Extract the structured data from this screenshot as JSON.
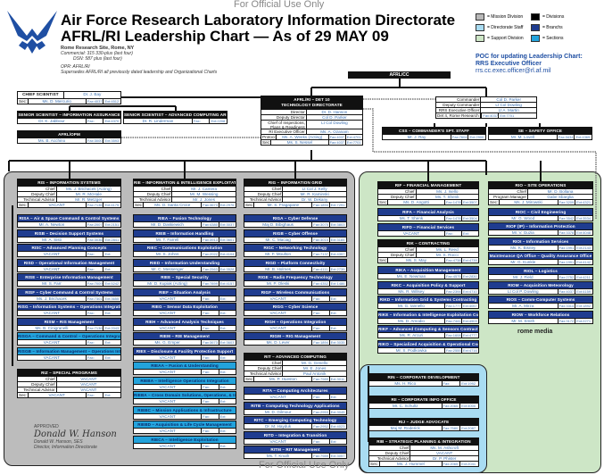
{
  "header": {
    "fouo_top": "For Official Use Only",
    "fouo_bottom": "For Official Use Only",
    "title_line1": "Air Force Research Laboratory Information Directorate",
    "title_line2": "AFRL/RI Leadership Chart — As of 29 MAY 09",
    "site": "Rome Research Site, Rome, NY",
    "commercial": "Commercial: 315 330-plus (last four)",
    "dsn": "DSN: 587 plus (last four)",
    "opr": "OPR: AFRL/RI",
    "supersedes": "Supersedes AFRL/RI all previously dated leadership and Organizational Charts"
  },
  "legend": [
    {
      "label": "= Mission Division",
      "color": "#b8b8b8"
    },
    {
      "label": "= Divisions",
      "color": "#000000"
    },
    {
      "label": "= Directorate Staff",
      "color": "#a9dcf2"
    },
    {
      "label": "= Branchs",
      "color": "#1f3c8f"
    },
    {
      "label": "= Support Division",
      "color": "#cde6c6"
    },
    {
      "label": "= Sections",
      "color": "#23a3dc"
    }
  ],
  "poc": {
    "line1": "POC for updating Leadership Chart:",
    "line2": "RRS Executive Officer",
    "email": "rrs.cc.exec.officer@rl.af.mil"
  },
  "labels": {
    "sec": "Sec:",
    "fax": "Fax:",
    "ext": "Ext:"
  },
  "colors": {
    "mission": "#b8b8b8",
    "support": "#cde6c6",
    "staff": "#a9dcf2",
    "branch": "#1f3c8f",
    "section": "#23a3dc"
  },
  "afrl_cc": "AFRL/CC",
  "chief_scientist": {
    "title": "CHIEF SCIENTIST",
    "name": "Dr. J. Bay",
    "sec": {
      "name": "Ms. D. Mercurio",
      "fax": "4037",
      "ext": "4512"
    }
  },
  "senior_ia": {
    "title": "SENIOR SCIENTIST – INFORMATION ASSURANCE",
    "name": "Dr. K. Jabbour",
    "fax": "",
    "ext": "4370"
  },
  "senior_aca": {
    "title": "SENIOR SCIENTIST – ADVANCED COMPUTING ARCHITECTURE",
    "name": "Dr. R. Linderman",
    "fax": "",
    "ext": "2208"
  },
  "opm": {
    "title": "AFRL/OPM",
    "name": "Ms. B. Acchino",
    "fax": "3000",
    "ext": "3593"
  },
  "directorate": {
    "title": "AFRL/RI – DET 10",
    "subtitle": "TECHNOLOGY DIRECTORATE",
    "rows": [
      {
        "label": "Director",
        "value": "Dr. D. Hanson"
      },
      {
        "label": "Deputy Director",
        "value": "Col D. Parker"
      },
      {
        "label": "Chief of Inspections, Plans & Readiness",
        "value": "Lt Col Dowling"
      },
      {
        "label": "RI Executive Officer",
        "value": "Ms. A. Ozanam"
      }
    ],
    "protocol": {
      "label": "Protocol",
      "name": "Ms. A. Weeks (Acting)",
      "fax": "4037",
      "ext": "4701"
    },
    "sec": {
      "name": "Ms. S. Nessel",
      "fax": "4037",
      "ext": "7701"
    }
  },
  "commander": {
    "rows": [
      {
        "label": "Commander",
        "value": "Col D. Parker"
      },
      {
        "label": "Deputy Commander",
        "value": "Lt Col Dowling"
      },
      {
        "label": "RRS Executive Officer",
        "value": "Lt A. Martin"
      }
    ],
    "det": {
      "label": "Det 4, Rome Research Site",
      "fax": "4037",
      "ext": "7701"
    }
  },
  "css": {
    "title": "CSS – COMMANDER'S SPT. STAFF",
    "name": "Mr. J. Ray",
    "fax": "7604",
    "ext": "2900"
  },
  "se": {
    "title": "SE – SAFETY OFFICE",
    "name": "Mr. M. Lovell",
    "fax": "3434",
    "ext": "4369"
  },
  "divisions": {
    "ris": {
      "title": "RIS – INFORMATION SYSTEMS",
      "rows": [
        {
          "label": "Chief",
          "value": "Ms. J. Brichacek (Acting)"
        },
        {
          "label": "Deputy Chief",
          "value": "Mr. R. McHale"
        },
        {
          "label": "Technical Advisor",
          "value": "Mr. R. Metzger"
        }
      ],
      "sec": {
        "name": "VACANT",
        "fax": "7136",
        "ext": "4175"
      },
      "branches": [
        {
          "title": "RISA – Air & Space Command & Control Systems",
          "name": "Mr. A. Newton",
          "fax": "2007",
          "ext": "2151"
        },
        {
          "title": "RISB – Decision Support Systems",
          "name": "Mr. A. Sisti",
          "fax": "3036",
          "ext": "2841"
        },
        {
          "title": "RISC – Advanced Planning Concepts",
          "name": "VACANT",
          "fax": "",
          "ext": ""
        },
        {
          "title": "RISD – Operational Information Management",
          "name": "VACANT",
          "fax": "",
          "ext": ""
        },
        {
          "title": "RISE – Enterprise Information Management",
          "name": "Mr. S. Farr",
          "fax": "7009",
          "ext": "5242"
        },
        {
          "title": "RISF – Cyber Command & Control Systems",
          "name": "Ms. J. Brichacek",
          "fax": "7301",
          "ext": "3655"
        },
        {
          "title": "RISG – Information Systems – Operations Integration",
          "name": "VACANT",
          "fax": "",
          "ext": ""
        },
        {
          "title": "RISM – RIS Management",
          "name": "Ms. B. Cinigranelli",
          "fax": "7136",
          "ext": "2043"
        }
      ],
      "sections": [
        {
          "title": "RISGA – Command & Control – Operations Integration",
          "name": "VACANT",
          "fax": "",
          "ext": ""
        },
        {
          "title": "RISGB – Information Management – Operations Integration",
          "name": "VACANT",
          "fax": "",
          "ext": ""
        }
      ]
    },
    "rie": {
      "title": "RIE – INFORMATION & INTELLIGENCE EXPLOITATION",
      "rows": [
        {
          "label": "Chief",
          "value": "Mr. J. Camera"
        },
        {
          "label": "Deputy Chief",
          "value": "Mr. M. Wessing"
        },
        {
          "label": "Technical Advisor",
          "value": "Mr. J. Jones"
        }
      ],
      "sec": {
        "name": "Ms. D. Santa Croce",
        "fax": "3673",
        "ext": "2976"
      },
      "branches": [
        {
          "title": "RIEA – Fusion Technology",
          "name": "Mr. D. Daskiewich",
          "fax": "4380",
          "ext": "3037"
        },
        {
          "title": "RIEB – Information Handling",
          "name": "Mr. T. Farrell",
          "fax": "3913",
          "ext": "3601"
        },
        {
          "title": "RIEC – Communications Exploitation",
          "name": "Mr. S. Johns",
          "fax": "2022",
          "ext": "4104"
        },
        {
          "title": "RIED – Information Understanding",
          "name": "Mr. C. Messenger",
          "fax": "2563",
          "ext": "3528"
        },
        {
          "title": "RIEE – Special Security",
          "name": "Mr. D. Kupiak (Acting)",
          "fax": "7899",
          "ext": "4157"
        },
        {
          "title": "RIEF – Situation Analysis",
          "name": "VACANT",
          "fax": "",
          "ext": ""
        },
        {
          "title": "RIEG – Sensor Data Exploitation",
          "name": "VACANT",
          "fax": "",
          "ext": ""
        },
        {
          "title": "RIEH – Advanced Analysis Techniques",
          "name": "VACANT",
          "fax": "",
          "ext": ""
        },
        {
          "title": "RIEM – RIE Management",
          "name": "Ms. G. Emper",
          "fax": "3673",
          "ext": "3603"
        },
        {
          "title": "RIEX – Disclosure & Facility Protection Support",
          "name": "VACANT",
          "fax": "",
          "ext": ""
        }
      ],
      "sections": [
        {
          "title": "RIEAA – Fusion & Understanding",
          "name": "VACANT",
          "fax": "",
          "ext": ""
        },
        {
          "title": "RIEBA – Intelligence Operations Integration",
          "name": "VACANT",
          "fax": "",
          "ext": ""
        },
        {
          "title": "RIEBA – Cross Domain Solutions, Operations, & Innovations",
          "name": "VACANT",
          "fax": "",
          "ext": ""
        },
        {
          "title": "RIEBC – Mission Applications & Infrastructure",
          "name": "VACANT",
          "fax": "",
          "ext": ""
        },
        {
          "title": "RIEBD – Acquisition & Life Cycle Management",
          "name": "VACANT",
          "fax": "",
          "ext": ""
        },
        {
          "title": "RIECA – Intelligence Exploitation",
          "name": "VACANT",
          "fax": "",
          "ext": ""
        }
      ]
    },
    "rig": {
      "title": "RIG – INFORMATION GRID",
      "rows": [
        {
          "label": "Chief",
          "value": "Lt Col J. Kelly"
        },
        {
          "label": "Deputy Chief",
          "value": "Mr. R. Kaminski"
        },
        {
          "label": "Technical Advisor",
          "value": "Dr. W. Dekany"
        }
      ],
      "sec": {
        "name": "Mr. S. Fragapane",
        "fax": "1894",
        "ext": "7291"
      },
      "branches": [
        {
          "title": "RIGA – Cyber Defense",
          "name": "Maj D. Bibighaus",
          "fax": "3075",
          "ext": "3803"
        },
        {
          "title": "RIGB – Cyber Offense",
          "name": "Mr. C. Maciag",
          "fax": "3015",
          "ext": "3184"
        },
        {
          "title": "RIGC – Networking Technology",
          "name": "Mr. F. Moulton",
          "fax": "7137",
          "ext": "4357"
        },
        {
          "title": "RIGD – Platform Connectivity",
          "name": "Mr. B. Holmes",
          "fax": "4111",
          "ext": "2739"
        },
        {
          "title": "RIGE – Radio Frequency Technology",
          "name": "Mr. P. Oleski",
          "fax": "4352",
          "ext": "1486"
        },
        {
          "title": "RIGF – Wireless Communications",
          "name": "VACANT",
          "fax": "",
          "ext": ""
        },
        {
          "title": "RIGG – Cyber Science",
          "name": "VACANT",
          "fax": "",
          "ext": ""
        },
        {
          "title": "RIGH – Operations Integration",
          "name": "VACANT",
          "fax": "",
          "ext": ""
        },
        {
          "title": "RIGM – RIG Management",
          "name": "Ms. D. Lever",
          "fax": "1894",
          "ext": "3035"
        }
      ],
      "sections": []
    },
    "rit": {
      "title": "RIT – ADVANCED COMPUTING",
      "rows": [
        {
          "label": "Chief",
          "value": "Mr. G. Genello"
        },
        {
          "label": "Deputy Chief",
          "value": "Mr. E. Jones"
        },
        {
          "label": "Technical Advisor",
          "value": "Paul Antonik"
        }
      ],
      "sec": {
        "name": "Ms. P. Hueston",
        "fax": "7989",
        "ext": "3011"
      },
      "branches": [
        {
          "title": "RITA – Computing Architectures",
          "name": "VACANT",
          "fax": "",
          "ext": ""
        },
        {
          "title": "RITB – Computing Technology Applications",
          "name": "Mr. D. Gilmour",
          "fax": "2953",
          "ext": "3045"
        },
        {
          "title": "RITC – Emerging Computing Technology",
          "name": "Dr. M. Hayduk",
          "fax": "2952",
          "ext": "4023"
        },
        {
          "title": "RITD – Integration & Transition",
          "name": "VACANT",
          "fax": "",
          "ext": ""
        },
        {
          "title": "RITM – RIT Management",
          "name": "Ms. T. Knuth",
          "fax": "7989",
          "ext": "3057"
        }
      ],
      "sections": []
    },
    "riz": {
      "title": "RIZ – SPECIAL PROGRAMS",
      "rows": [
        {
          "label": "Chief",
          "value": "VACANT"
        },
        {
          "label": "Deputy Chief",
          "value": "VACANT"
        },
        {
          "label": "Technical Advisor",
          "value": "VACANT"
        }
      ],
      "sec": {
        "name": "VACANT",
        "fax": "",
        "ext": ""
      },
      "branches": [],
      "sections": []
    },
    "rif": {
      "title": "RIF – FINANCIAL MANAGEMENT",
      "rows": [
        {
          "label": "Chief",
          "value": "Ms. J. Isello"
        },
        {
          "label": "Deputy Chief",
          "value": "Ms. T. Shenk"
        }
      ],
      "sec": {
        "name": "Ms. D. Angotti",
        "fax": "1478",
        "ext": "3507"
      },
      "branches": [
        {
          "title": "RIFA – Financial Analysis",
          "name": "Ms. T. Shenk",
          "fax": "1478",
          "ext": "3504"
        },
        {
          "title": "RIFD – Financial Services",
          "name": "VACANT",
          "fax": "",
          "ext": ""
        }
      ],
      "sections": []
    },
    "rik": {
      "title": "RIK – CONTRACTING",
      "rows": [
        {
          "label": "Chief",
          "value": "Ms. L. Reed"
        },
        {
          "label": "Deputy Chief",
          "value": "Mr. S. Rocci"
        }
      ],
      "sec": {
        "name": "Ms. S. May",
        "fax": "4738",
        "ext": "4739"
      },
      "branches": [
        {
          "title": "RIKA – Acquisition Management",
          "name": "Ms. E. Newman",
          "fax": "4575",
          "ext": "2830"
        },
        {
          "title": "RIKC – Acquisition Policy & Support",
          "name": "Ms. R. Willsey",
          "fax": "2394",
          "ext": "4710"
        },
        {
          "title": "RIKD – Information Grid & Systems Contracting",
          "name": "Mr. G. Iannello",
          "fax": "1777",
          "ext": "4057"
        },
        {
          "title": "RIKE – Information & Intelligence Exploitation Contracting",
          "name": "Ms. D. Amodio",
          "fax": "7441",
          "ext": "4903"
        },
        {
          "title": "RIKF – Advanced Computing & Sensors Contracting",
          "name": "Ms. R. Arcuri",
          "fax": "1608",
          "ext": "4777"
        },
        {
          "title": "RIKO – Specialized Acquisition & Operational Contracting",
          "name": "Mr. S. Podkowka",
          "fax": "2555",
          "ext": "4716"
        }
      ],
      "sections": []
    },
    "rio": {
      "title": "RIO – SITE OPERATIONS",
      "rows": [
        {
          "label": "Chief",
          "value": "Mr. D. Bollana"
        },
        {
          "label": "Program Manager",
          "value": "Gabe Sbarglia"
        }
      ],
      "sec": {
        "name": "Ms. J. Mirowski",
        "fax": "3209",
        "ext": "4321"
      },
      "branches": [
        {
          "title": "RIOC – Civil Engineering",
          "name": "Mr. G. Wood",
          "fax": "3542",
          "ext": "3534"
        },
        {
          "title": "RIOF (IP) – Information Protection",
          "name": "Mr. V. Guzia",
          "fax": "3378",
          "ext": "4048"
        },
        {
          "title": "RIOI – Information Services",
          "name": "Ms. K. Bisney",
          "fax": "1991",
          "ext": "2143"
        },
        {
          "title": "Maintenance QA Office – Quality Assurance Office",
          "name": "Mr. G. Kunkle",
          "fax": "1991",
          "ext": "4142"
        },
        {
          "title": "RIOL – Logistics",
          "name": "Mr. J. Field",
          "fax": "2752",
          "ext": "4211"
        },
        {
          "title": "RIOM – Acquisition Meteorology",
          "name": "Lt Col P. Dowling",
          "fax": "4037",
          "ext": "4159"
        },
        {
          "title": "RIOS – Comm-Computer Systems",
          "name": "Mr. A. Mirza",
          "fax": "3314",
          "ext": "1892"
        },
        {
          "title": "RIOW – Workforce Relations",
          "name": "Mr. M. Smith",
          "fax": "3172",
          "ext": "2271"
        }
      ],
      "sections": []
    },
    "rib": {
      "title": "RIB – STRATEGIC PLANNING & INTEGRATION",
      "rows": [
        {
          "label": "Chief",
          "value": "Ms. M. Ashcroft"
        },
        {
          "label": "Deputy Chief",
          "value": "VACANT"
        },
        {
          "label": "Technical Advisor",
          "value": "Dr. P. Phister"
        }
      ],
      "sec": {
        "name": "Ms. J. Hummel",
        "fax": "2065",
        "ext": "2041"
      },
      "branches": [],
      "sections": []
    }
  },
  "staff": [
    {
      "title": "RIN – CORPORATE DEVELOPMENT",
      "name": "Ms. H. Rico",
      "fax": "",
      "ext": "1992"
    },
    {
      "title": "RII – CORPORATE INFO OFFICE",
      "name": "Mr. C. Schultz",
      "fax": "2065",
      "ext": "4000"
    },
    {
      "title": "RIJ – JUDGE ADVOCATE",
      "name": "Maj M. Roderick",
      "fax": "7580",
      "ext": "2087"
    }
  ],
  "approval": {
    "approved": "APPROVED",
    "signature": "Donald W. Hanson",
    "name": "Donald W. Hanson, SES",
    "position": "Director, Information Directorate"
  },
  "logo_text": "rome media"
}
